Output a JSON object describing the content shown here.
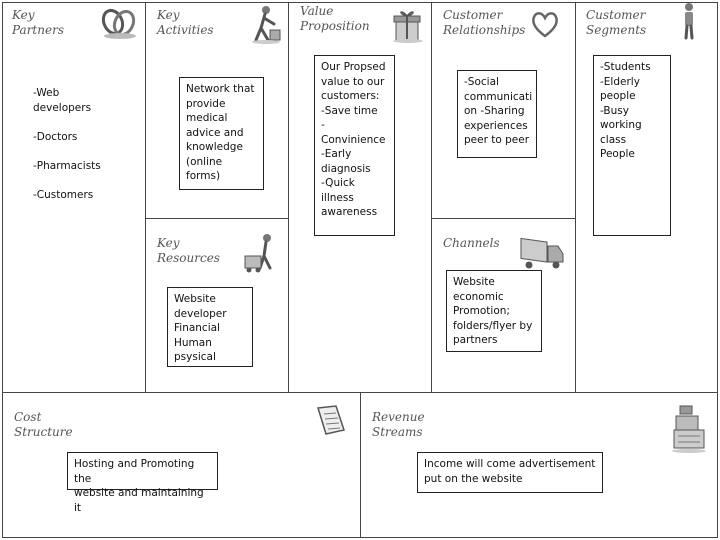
{
  "canvas": {
    "key_partners": {
      "title": "Key\nPartners",
      "items": "-Web\ndevelopers\n\n-Doctors\n\n-Pharmacists\n\n-Customers",
      "icon": "linked-rings-icon"
    },
    "key_activities": {
      "title": "Key\nActivities",
      "note": "Network that\nprovide\nmedical\nadvice and\nknowledge\n(online\nforms)",
      "icon": "worker-pushing-icon"
    },
    "key_resources": {
      "title": "Key\nResources",
      "note": "Website\ndeveloper\nFinancial\nHuman\npsysical",
      "icon": "worker-cart-icon"
    },
    "value_proposition": {
      "title": "Value\nProposition",
      "note": "Our Propsed\nvalue to our\ncustomers:\n-Save time\n-Convinience\n-Early\ndiagnosis\n-Quick illness\nawareness",
      "icon": "gift-box-icon"
    },
    "customer_relationships": {
      "title": "Customer\nRelationships",
      "note": "-Social\ncommunicati\non -Sharing\nexperiences\npeer to peer",
      "icon": "heart-icon"
    },
    "channels": {
      "title": "Channels",
      "note": "Website\neconomic\nPromotion;\nfolders/flyer by\npartners",
      "icon": "delivery-truck-icon"
    },
    "customer_segments": {
      "title": "Customer\nSegments",
      "note": "-Students\n-Elderly\npeople\n-Busy\nworking\nclass People",
      "icon": "person-standing-icon"
    },
    "cost_structure": {
      "title": "Cost\nStructure",
      "note": "Hosting and Promoting the\nwebsite and maintaining it",
      "icon": "price-tag-icon"
    },
    "revenue_streams": {
      "title": "Revenue\nStreams",
      "note": "Income will come advertisement\nput on the website",
      "icon": "cash-register-icon"
    }
  }
}
